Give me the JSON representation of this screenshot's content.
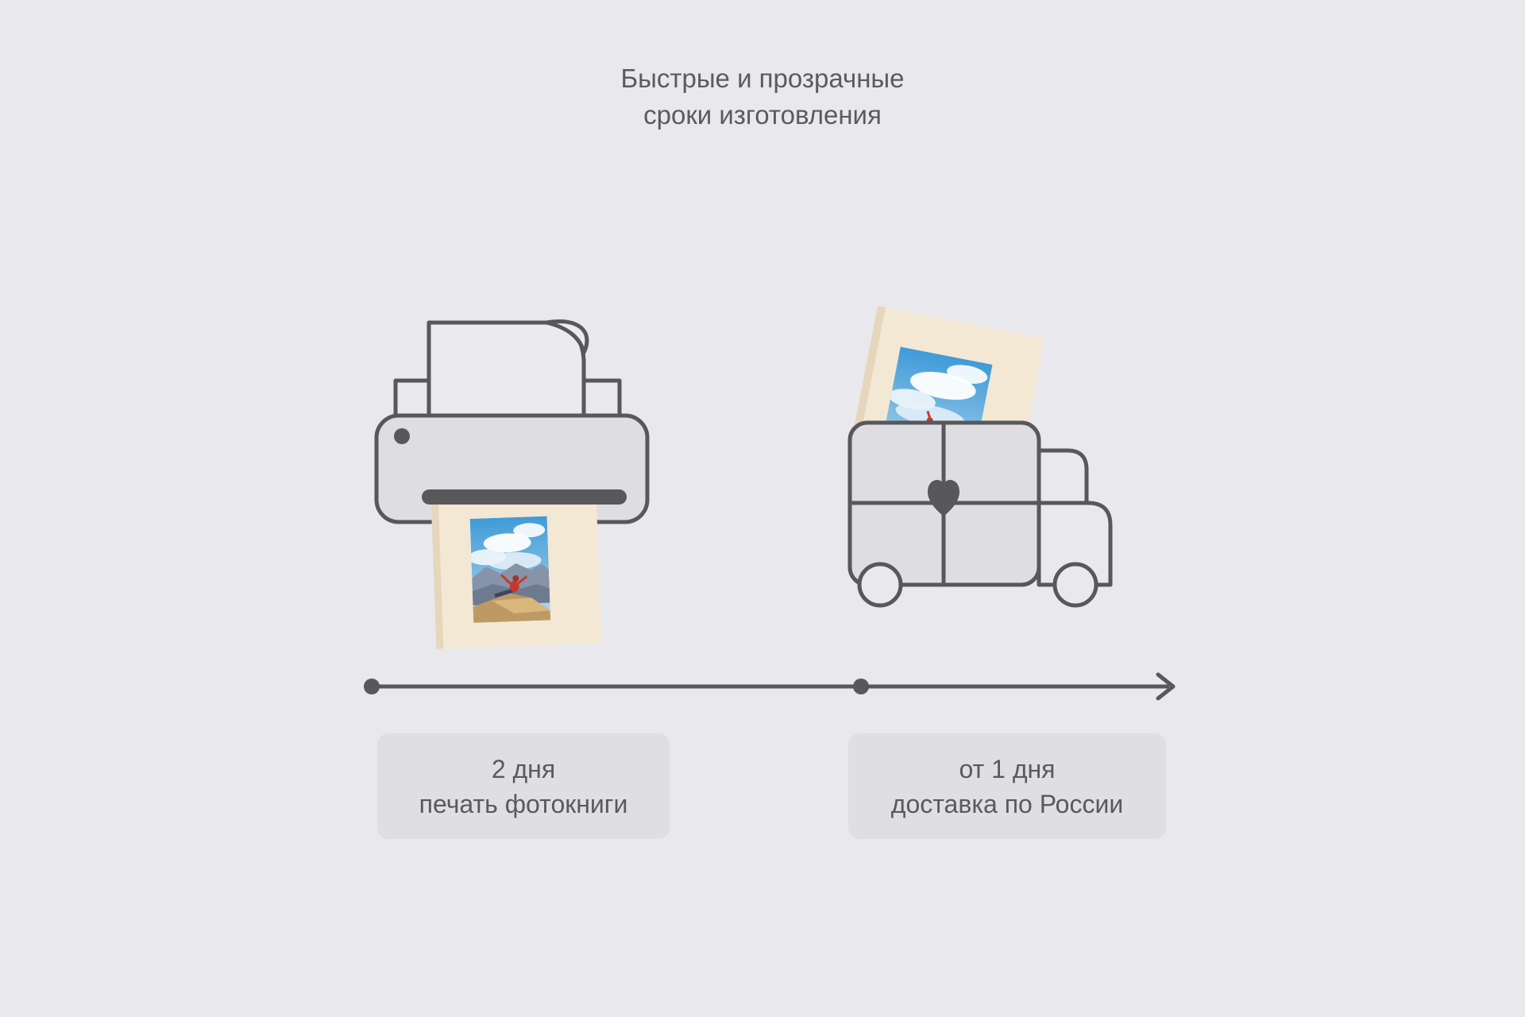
{
  "title": {
    "line1": "Быстрые и прозрачные",
    "line2": "сроки изготовления"
  },
  "steps": [
    {
      "duration": "2 дня",
      "description": "печать фотокниги"
    },
    {
      "duration": "от 1 дня",
      "description": "доставка по России"
    }
  ],
  "illustrations": {
    "printer": "printer-icon",
    "printed_item": "photobook",
    "truck": "delivery-truck-icon",
    "truck_mark": "heart-icon",
    "timeline": "timeline-arrow-icon"
  },
  "colors": {
    "background": "#E9E9ED",
    "outline": "#58585B",
    "shape_fill": "#DEDEE2",
    "label_background": "#DFDFE3",
    "text": "#5A5A5E",
    "book_cover": "#F3E8D4",
    "photo_sky": "#4AA0DA",
    "photo_accent_red": "#C23A2E"
  }
}
